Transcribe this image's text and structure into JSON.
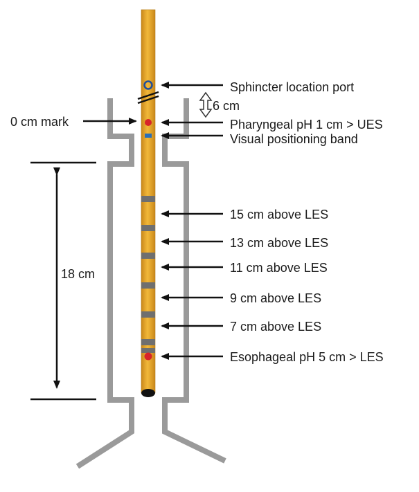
{
  "labels": {
    "sphincter_port": "Sphincter location port",
    "six_cm": "6 cm",
    "zero_cm_mark": "0 cm mark",
    "pharyngeal_ph": "Pharyngeal pH 1 cm > UES",
    "visual_band": "Visual positioning band",
    "cm15": "15 cm above LES",
    "cm13": "13 cm above LES",
    "cm11": "11 cm above LES",
    "cm9": "9 cm above LES",
    "cm7": "7 cm above LES",
    "esophageal_ph": "Esophageal pH 5 cm > LES",
    "eighteen_cm": "18 cm"
  },
  "colors": {
    "catheter": "#e8a92a",
    "catheter_shade": "#c9871a",
    "band": "#6f6f6f",
    "sensor": "#d8242a",
    "port_ring": "#1f4e9c",
    "visual_band": "#2a6fb7",
    "wall": "#9a9a9a",
    "ink": "#111111"
  },
  "icons": {
    "arrows": "left-pointing-arrow",
    "dimension": "double-headed-arrow"
  }
}
